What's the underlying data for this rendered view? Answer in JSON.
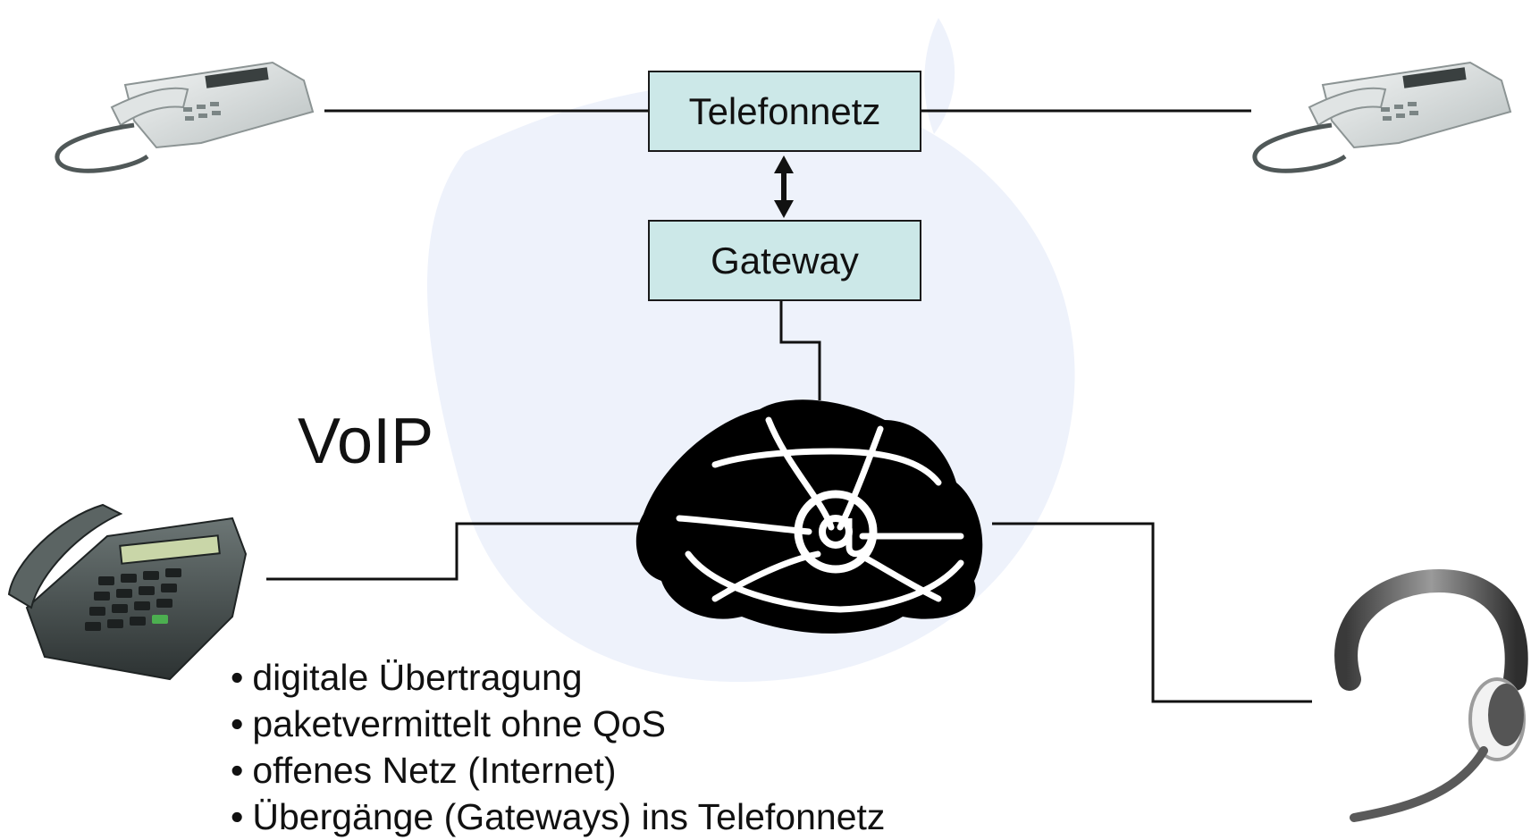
{
  "nodes": {
    "telefonnetz": "Telefonnetz",
    "gateway": "Gateway"
  },
  "title": "VoIP",
  "features": [
    "digitale Übertragung",
    "paketvermittelt ohne QoS",
    "offenes Netz (Internet)",
    "Übergänge (Gateways) ins Telefonnetz"
  ],
  "icons": {
    "internet_cloud": "internet-web-at-sign-icon",
    "phone_top_left": "desk-phone-icon",
    "phone_top_right": "desk-phone-icon",
    "voip_phone": "voip-phone-icon",
    "headset": "headset-icon",
    "watermark": "watermark-logo"
  },
  "colors": {
    "box_fill": "#cce8e8",
    "box_border": "#1a1a1a",
    "line": "#111111",
    "watermark": "#eef2fb"
  }
}
